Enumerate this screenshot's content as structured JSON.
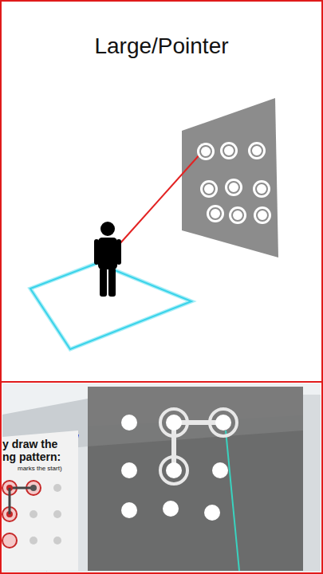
{
  "diagram": {
    "title": "Large/Pointer",
    "labels": [
      "y draw the",
      "ng pattern:",
      "marks the start)"
    ]
  }
}
